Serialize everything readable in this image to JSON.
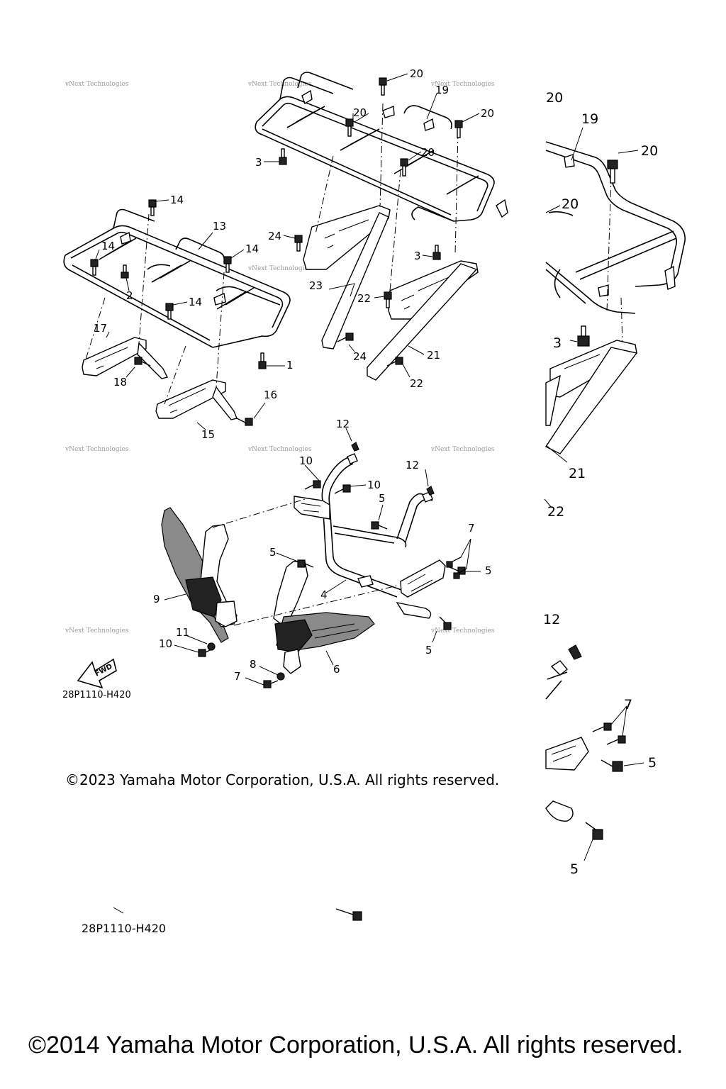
{
  "watermark": "vNext Technologies",
  "fwd_label": "FWD",
  "diagram_code": "28P1110-H420",
  "copyright_overlay": "©2023 Yamaha Motor Corporation, U.S.A. All rights reserved.",
  "copyright_footer": "©2014 Yamaha Motor Corporation, U.S.A. All rights reserved.",
  "callouts": {
    "c1": "1",
    "c2": "2",
    "c3a": "3",
    "c3b": "3",
    "c4": "4",
    "c5a": "5",
    "c5b": "5",
    "c5c": "5",
    "c5d": "5",
    "c6": "6",
    "c7a": "7",
    "c7b": "7",
    "c8": "8",
    "c9": "9",
    "c10a": "10",
    "c10b": "10",
    "c10c": "10",
    "c11": "11",
    "c12a": "12",
    "c12b": "12",
    "c13": "13",
    "c14a": "14",
    "c14b": "14",
    "c14c": "14",
    "c14d": "14",
    "c15": "15",
    "c16": "16",
    "c17": "17",
    "c18": "18",
    "c19": "19",
    "c20a": "20",
    "c20b": "20",
    "c20c": "20",
    "c20d": "20",
    "c21": "21",
    "c22a": "22",
    "c22b": "22",
    "c23": "23",
    "c24a": "24",
    "c24b": "24"
  },
  "zoom_callouts": {
    "z20a": "20",
    "z19": "19",
    "z20b": "20",
    "z20c": "20",
    "z3": "3",
    "z21": "21",
    "z22": "22",
    "z12": "12",
    "z7": "7",
    "z5a": "5",
    "z5b": "5"
  }
}
